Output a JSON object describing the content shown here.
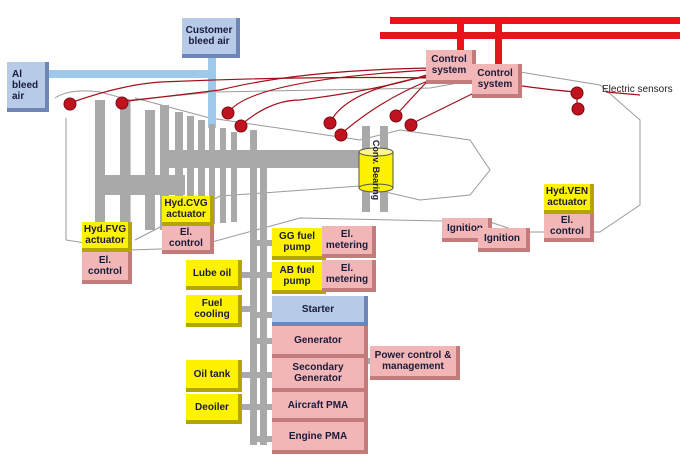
{
  "labels": {
    "al_bleed_air": "Al bleed air",
    "customer_bleed_air": "Customer bleed air",
    "control_system_1": "Control system",
    "control_system_2": "Control system",
    "electric_sensors": "Electric sensors",
    "conv_bearing": "Conv. Bearing",
    "hyd_fvg_actuator": "Hyd.FVG actuator",
    "fvg_el_control": "El. control",
    "hyd_cvg_actuator": "Hyd.CVG actuator",
    "cvg_el_control": "El. control",
    "gg_fuel_pump": "GG fuel pump",
    "gg_el_metering": "El. metering",
    "ab_fuel_pump": "AB fuel pump",
    "ab_el_metering": "El. metering",
    "lube_oil": "Lube oil",
    "fuel_cooling": "Fuel cooling",
    "starter": "Starter",
    "generator": "Generator",
    "secondary_generator": "Secondary Generator",
    "aircraft_pma": "Aircraft PMA",
    "engine_pma": "Engine PMA",
    "power_control": "Power control & management",
    "oil_tank": "Oil tank",
    "deoiler": "Deoiler",
    "ignition_1": "Ignition",
    "ignition_2": "Ignition",
    "hyd_ven_actuator": "Hyd.VEN actuator",
    "ven_el_control": "El. control"
  },
  "colors": {
    "bleed_air_pipe": "#9fc9ea",
    "electric_bus": "#e8141c",
    "sensor": "#c1121f",
    "sensor_wire": "#a0101a",
    "shaft": "#a9a9a9",
    "pink_box": "#f2b6b6",
    "yellow_box": "#fff200",
    "blue_box": "#b7cbe8"
  }
}
